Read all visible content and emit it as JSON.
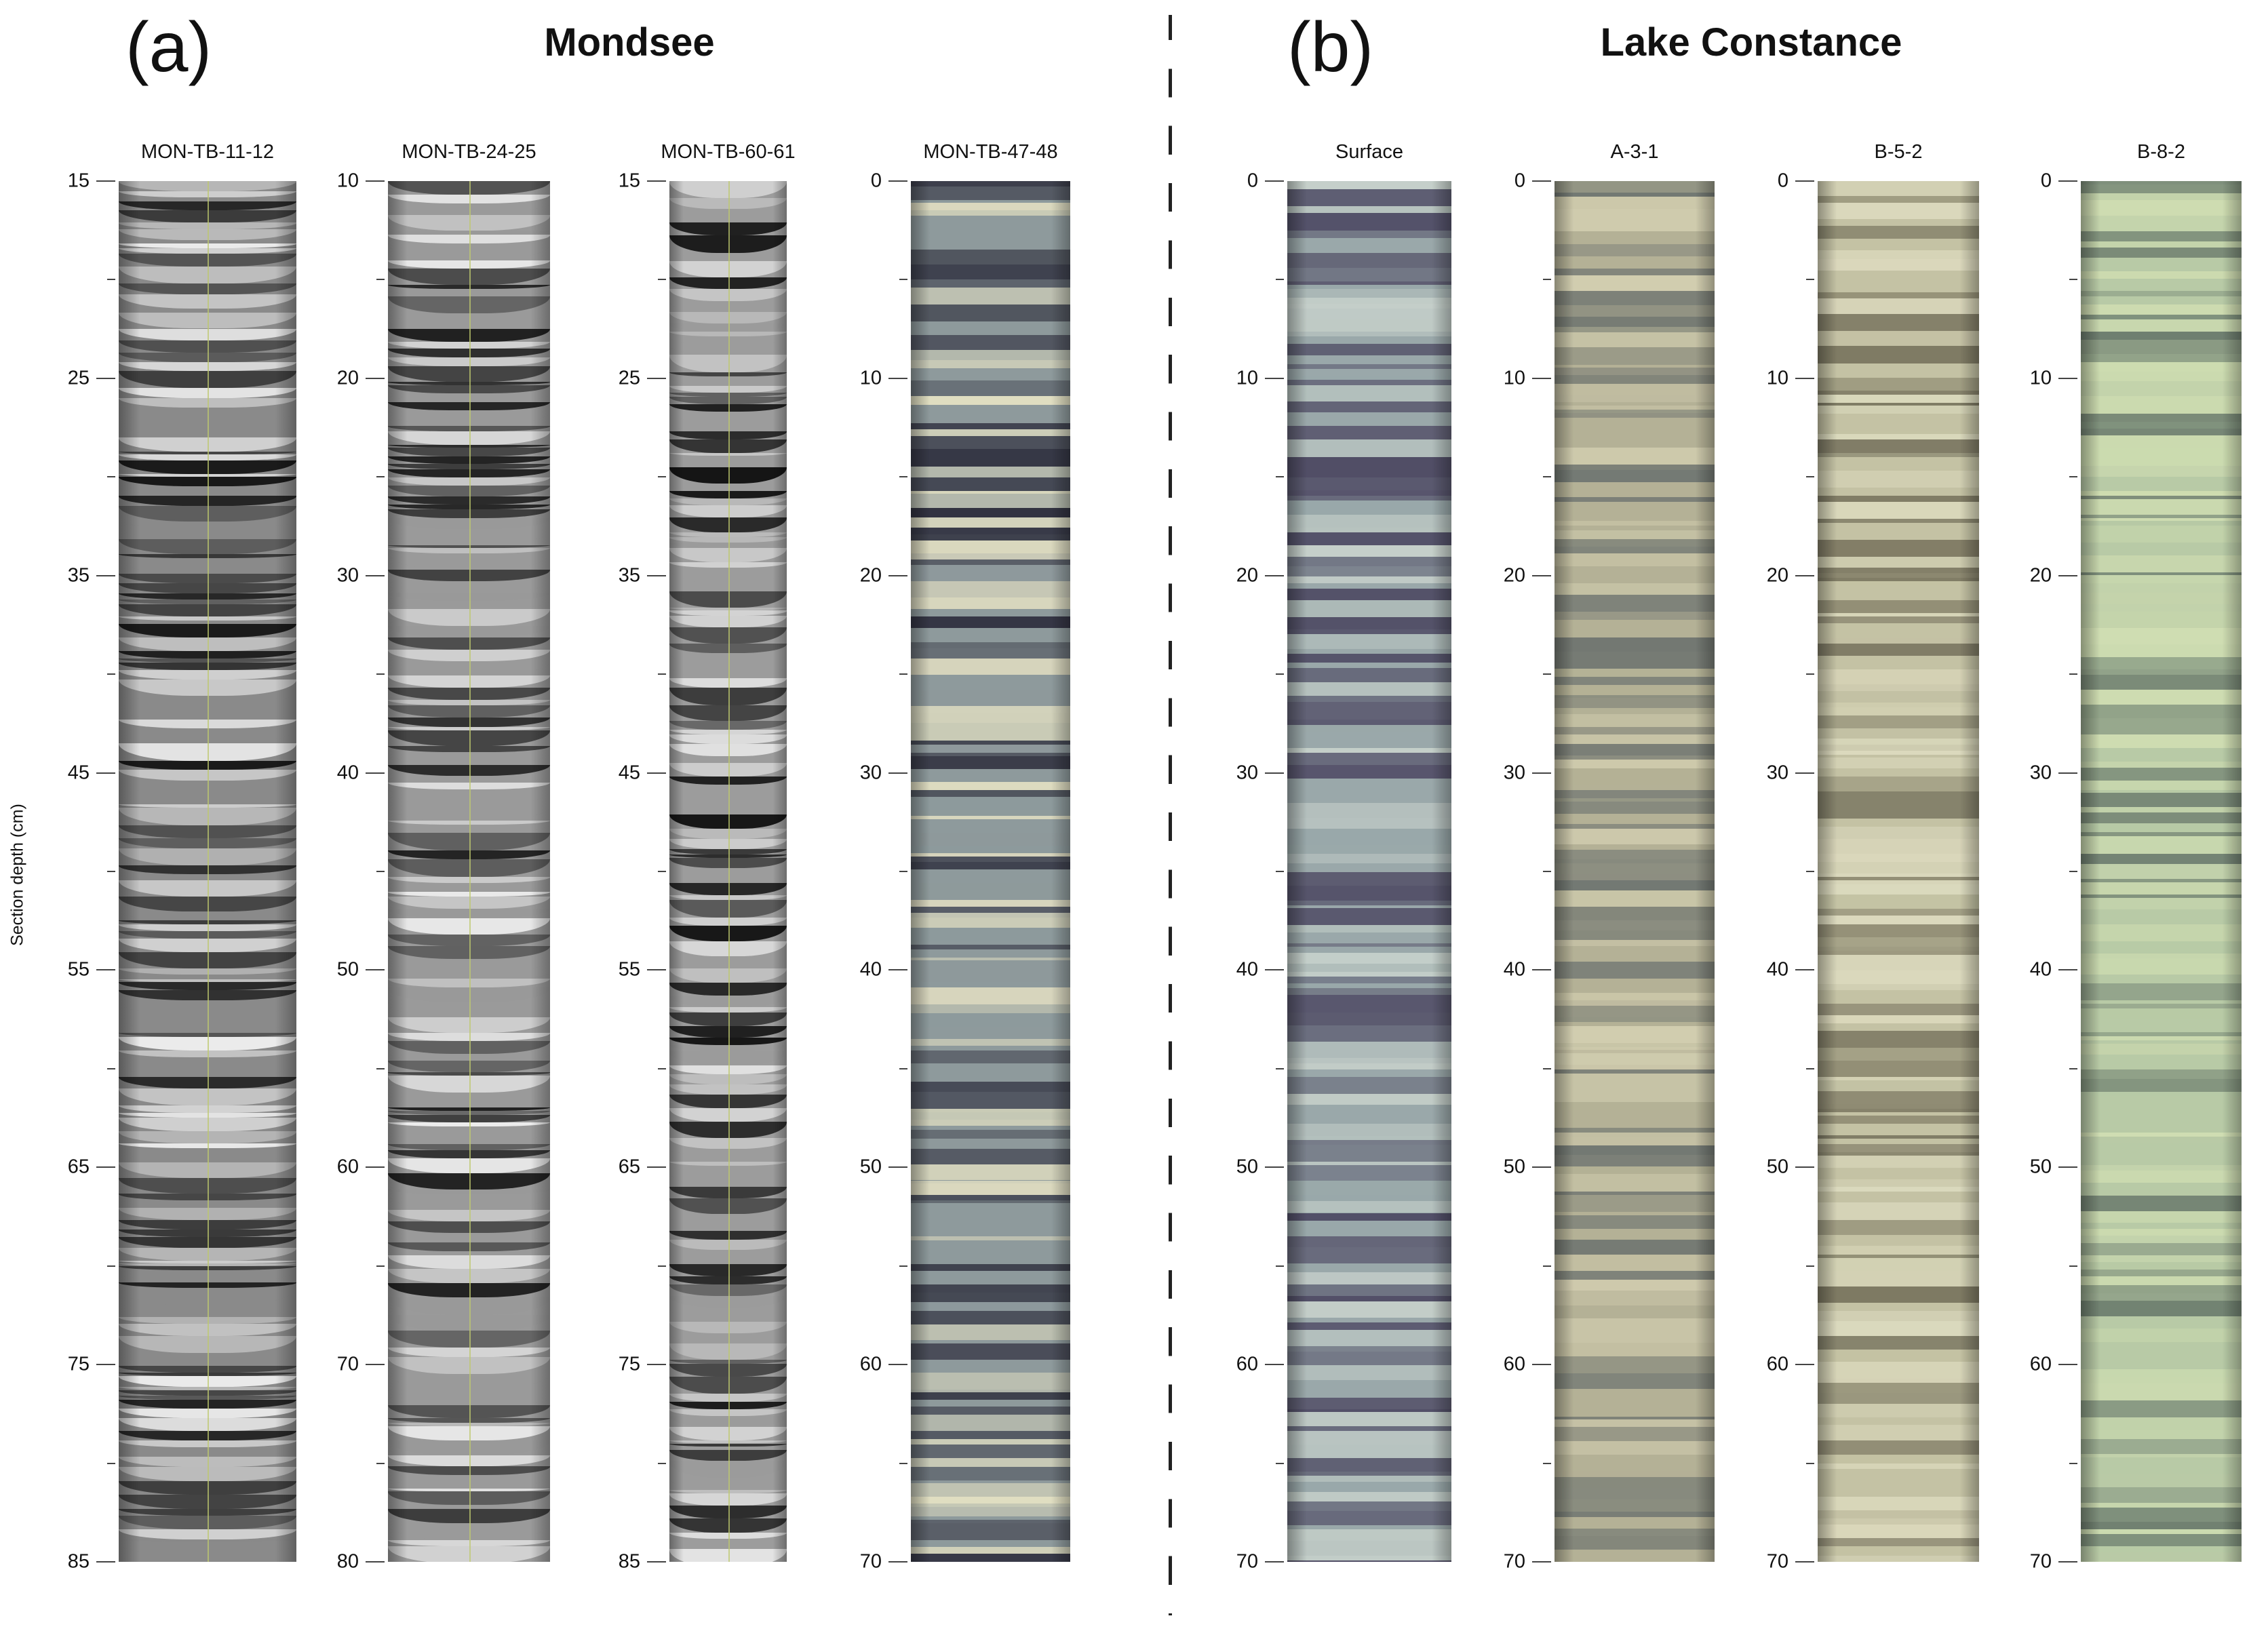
{
  "panels": [
    {
      "letter": "(a)",
      "title": "Mondsee"
    },
    {
      "letter": "(b)",
      "title": "Lake Constance"
    }
  ],
  "y_axis_label": "Section depth (cm)",
  "cores": [
    {
      "id": "MON-TB-11-12",
      "panel": "a",
      "image_type": "x-ray",
      "depth_range_cm": [
        15,
        85
      ],
      "tick_labels": [
        "15",
        "25",
        "35",
        "45",
        "55",
        "65",
        "75",
        "85"
      ],
      "base": "#8a8a8a",
      "lamina_dark": "#111111",
      "lamina_light": "#f2f2f2"
    },
    {
      "id": "MON-TB-24-25",
      "panel": "a",
      "image_type": "x-ray",
      "depth_range_cm": [
        10,
        80
      ],
      "tick_labels": [
        "10",
        "20",
        "30",
        "40",
        "50",
        "60",
        "70",
        "80"
      ],
      "base": "#9a9a9a",
      "lamina_dark": "#1a1a1a",
      "lamina_light": "#f0f0f0"
    },
    {
      "id": "MON-TB-60-61",
      "panel": "a",
      "image_type": "x-ray",
      "depth_range_cm": [
        15,
        85
      ],
      "tick_labels": [
        "15",
        "25",
        "35",
        "45",
        "55",
        "65",
        "75",
        "85"
      ],
      "base": "#9c9c9c",
      "lamina_dark": "#0a0a0a",
      "lamina_light": "#e8e8e8"
    },
    {
      "id": "MON-TB-47-48",
      "panel": "a",
      "image_type": "photo",
      "depth_range_cm": [
        0,
        70
      ],
      "tick_labels": [
        "0",
        "10",
        "20",
        "30",
        "40",
        "50",
        "60",
        "70"
      ],
      "base": "#8e9a9c",
      "lamina_dark": "#2a2a3a",
      "lamina_light": "#e6e2c4"
    },
    {
      "id": "Surface",
      "panel": "b",
      "image_type": "photo",
      "depth_range_cm": [
        0,
        70
      ],
      "tick_labels": [
        "0",
        "10",
        "20",
        "30",
        "40",
        "50",
        "60",
        "70"
      ],
      "base": "#9aa8aa",
      "lamina_dark": "#4a4560",
      "lamina_light": "#c8d2cc"
    },
    {
      "id": "A-3-1",
      "panel": "b",
      "image_type": "photo",
      "depth_range_cm": [
        0,
        70
      ],
      "tick_labels": [
        "0",
        "10",
        "20",
        "30",
        "40",
        "50",
        "60",
        "70"
      ],
      "base": "#b4b196",
      "lamina_dark": "#6e7470",
      "lamina_light": "#d2ceb0"
    },
    {
      "id": "B-5-2",
      "panel": "b",
      "image_type": "photo",
      "depth_range_cm": [
        0,
        70
      ],
      "tick_labels": [
        "0",
        "10",
        "20",
        "30",
        "40",
        "50",
        "60",
        "70"
      ],
      "base": "#c4c2a4",
      "lamina_dark": "#7a7660",
      "lamina_light": "#dcdabe"
    },
    {
      "id": "B-8-2",
      "panel": "b",
      "image_type": "photo",
      "depth_range_cm": [
        0,
        70
      ],
      "tick_labels": [
        "0",
        "10",
        "20",
        "30",
        "40",
        "50",
        "60",
        "70"
      ],
      "base": "#b8caa6",
      "lamina_dark": "#6a7a6c",
      "lamina_light": "#d0deb2"
    }
  ]
}
